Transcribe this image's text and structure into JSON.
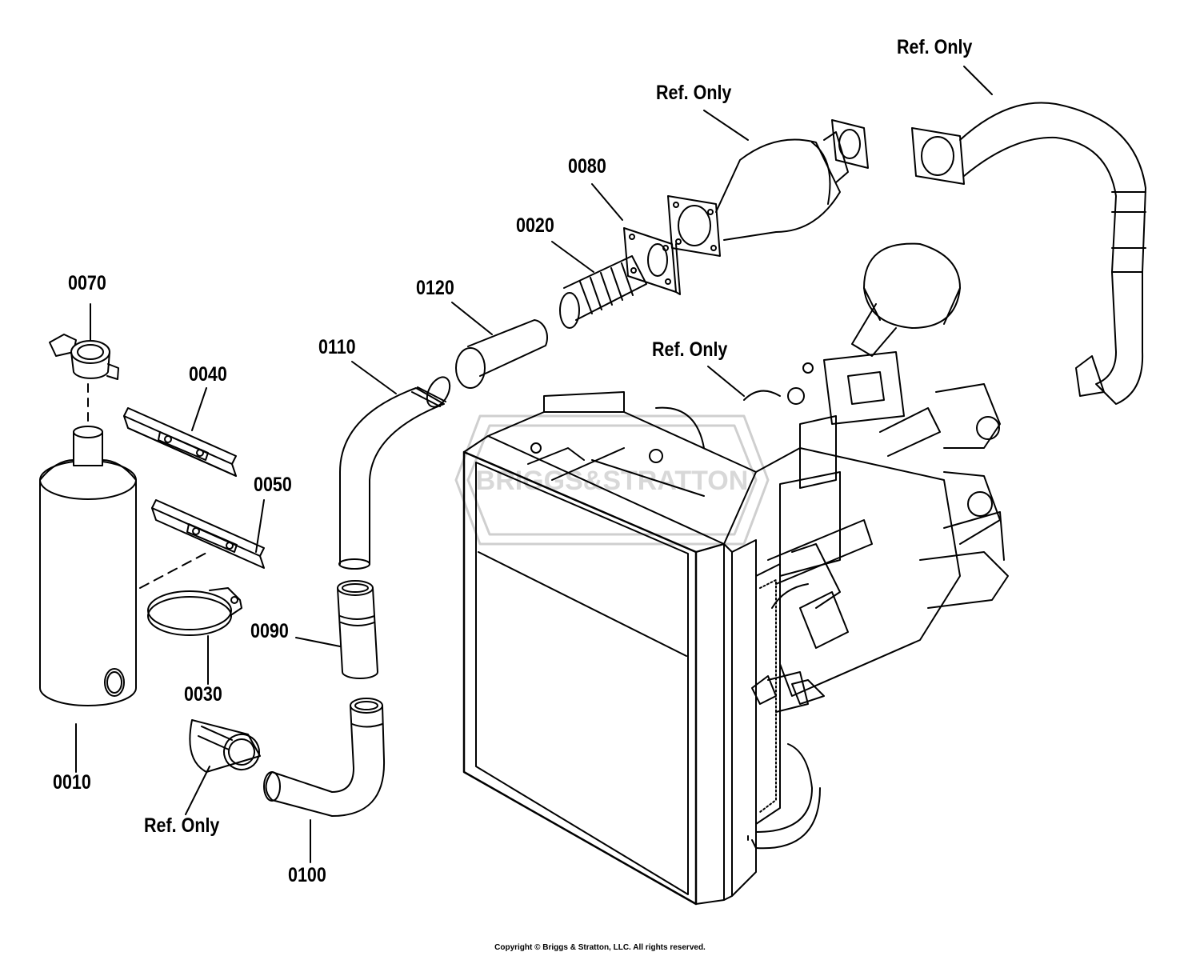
{
  "watermark": "BRIGGS&STRATTON",
  "callouts": {
    "ref_top_right": "Ref. Only",
    "ref_catalyst": "Ref. Only",
    "ref_engine": "Ref. Only",
    "ref_coupler": "Ref. Only",
    "p0010": "0010",
    "p0020": "0020",
    "p0030": "0030",
    "p0040": "0040",
    "p0050": "0050",
    "p0070": "0070",
    "p0080": "0080",
    "p0090": "0090",
    "p0100": "0100",
    "p0110": "0110",
    "p0120": "0120"
  },
  "footer": {
    "copyright": "Copyright © Briggs & Stratton, LLC. All rights reserved."
  }
}
